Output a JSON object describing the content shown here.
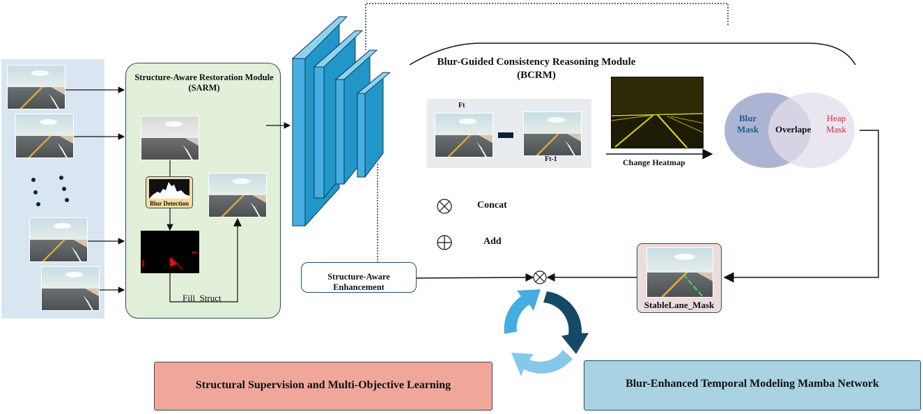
{
  "input": {
    "frames_count_visible": 4,
    "ellipsis": "dots"
  },
  "sarm": {
    "title_line1": "Structure-Aware Restoration Module",
    "title_line2": "(SARM)",
    "blur_detection_label": "Blur Detection",
    "fill_struct_label": "Fill_Struct"
  },
  "bcrm": {
    "title_line1": "Blur-Guided Consistency Reasoning Module",
    "title_line2": "(BCRM)",
    "ft_label": "Ft",
    "ft1_label": "Ft-1",
    "heatmap_label": "Change Heatmap"
  },
  "venn": {
    "left_line1": "Blur",
    "left_line2": "Mask",
    "center": "Overlape",
    "right_line1": "Heap",
    "right_line2": "Mask",
    "colors": {
      "left": "#8f9cc4",
      "right": "#e3dde9",
      "left_text": "#1b5e8c",
      "right_text": "#e0283a"
    }
  },
  "legend": {
    "concat_label": "Concat",
    "add_label": "Add"
  },
  "sae": {
    "label": "Structure-Aware Enhancement"
  },
  "stablelane": {
    "label": "StableLane_Mask"
  },
  "bottom": {
    "left_label": "Structural Supervision and Multi-Objective Learning",
    "right_label": "Blur-Enhanced Temporal Modeling Mamba Network",
    "colors": {
      "left_fill": "#f0a79a",
      "right_fill": "#a9d2e2"
    }
  },
  "colors": {
    "conv_face": "#2196c9",
    "conv_side": "#45b0e0",
    "conv_top": "#8fd2f0",
    "cycle": [
      "#45ade0",
      "#154a66",
      "#86c8ea"
    ]
  }
}
